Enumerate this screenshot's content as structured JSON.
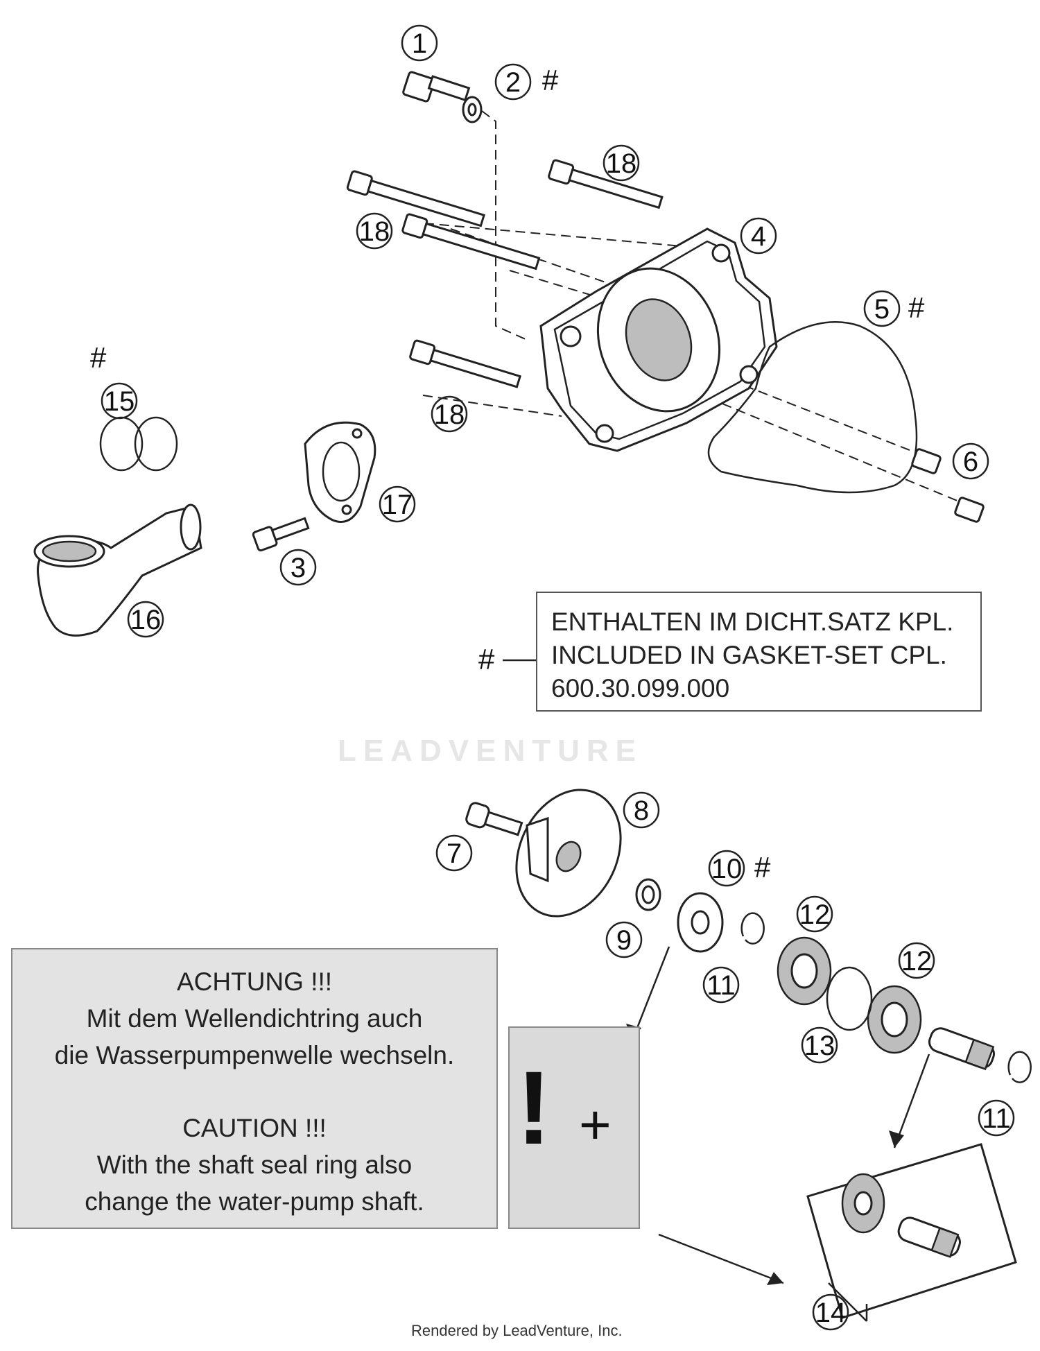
{
  "parts": [
    "1",
    "2",
    "3",
    "4",
    "5",
    "6",
    "7",
    "8",
    "9",
    "10",
    "11",
    "11",
    "12",
    "12",
    "13",
    "14",
    "15",
    "16",
    "17",
    "18",
    "18",
    "18"
  ],
  "hash_symbol": "#",
  "legend": {
    "line1": "ENTHALTEN IM DICHT.SATZ KPL.",
    "line2": "INCLUDED IN GASKET-SET CPL.",
    "line3": "600.30.099.000"
  },
  "caution": {
    "de_title": "ACHTUNG !!!",
    "de_line1": "Mit dem Wellendichtring auch",
    "de_line2": "die Wasserpumpenwelle wechseln.",
    "en_title": "CAUTION !!!",
    "en_line1": "With the shaft seal ring also",
    "en_line2": "change the water-pump shaft."
  },
  "icon_exclaim": "!",
  "icon_plus": "+",
  "watermark": "LEADVENTURE",
  "footer": "Rendered by LeadVenture, Inc."
}
